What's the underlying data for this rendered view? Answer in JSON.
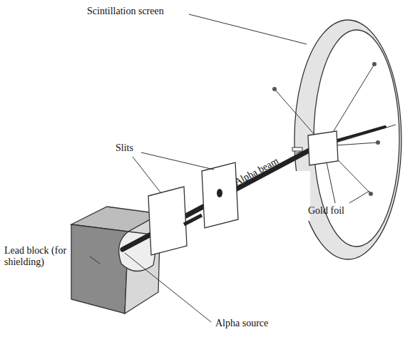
{
  "diagram": {
    "labels": [
      "Scintillation screen",
      "Slits",
      "Lead block (for shielding)",
      "Alpha beam",
      "Gold foil",
      "Alpha source"
    ]
  }
}
